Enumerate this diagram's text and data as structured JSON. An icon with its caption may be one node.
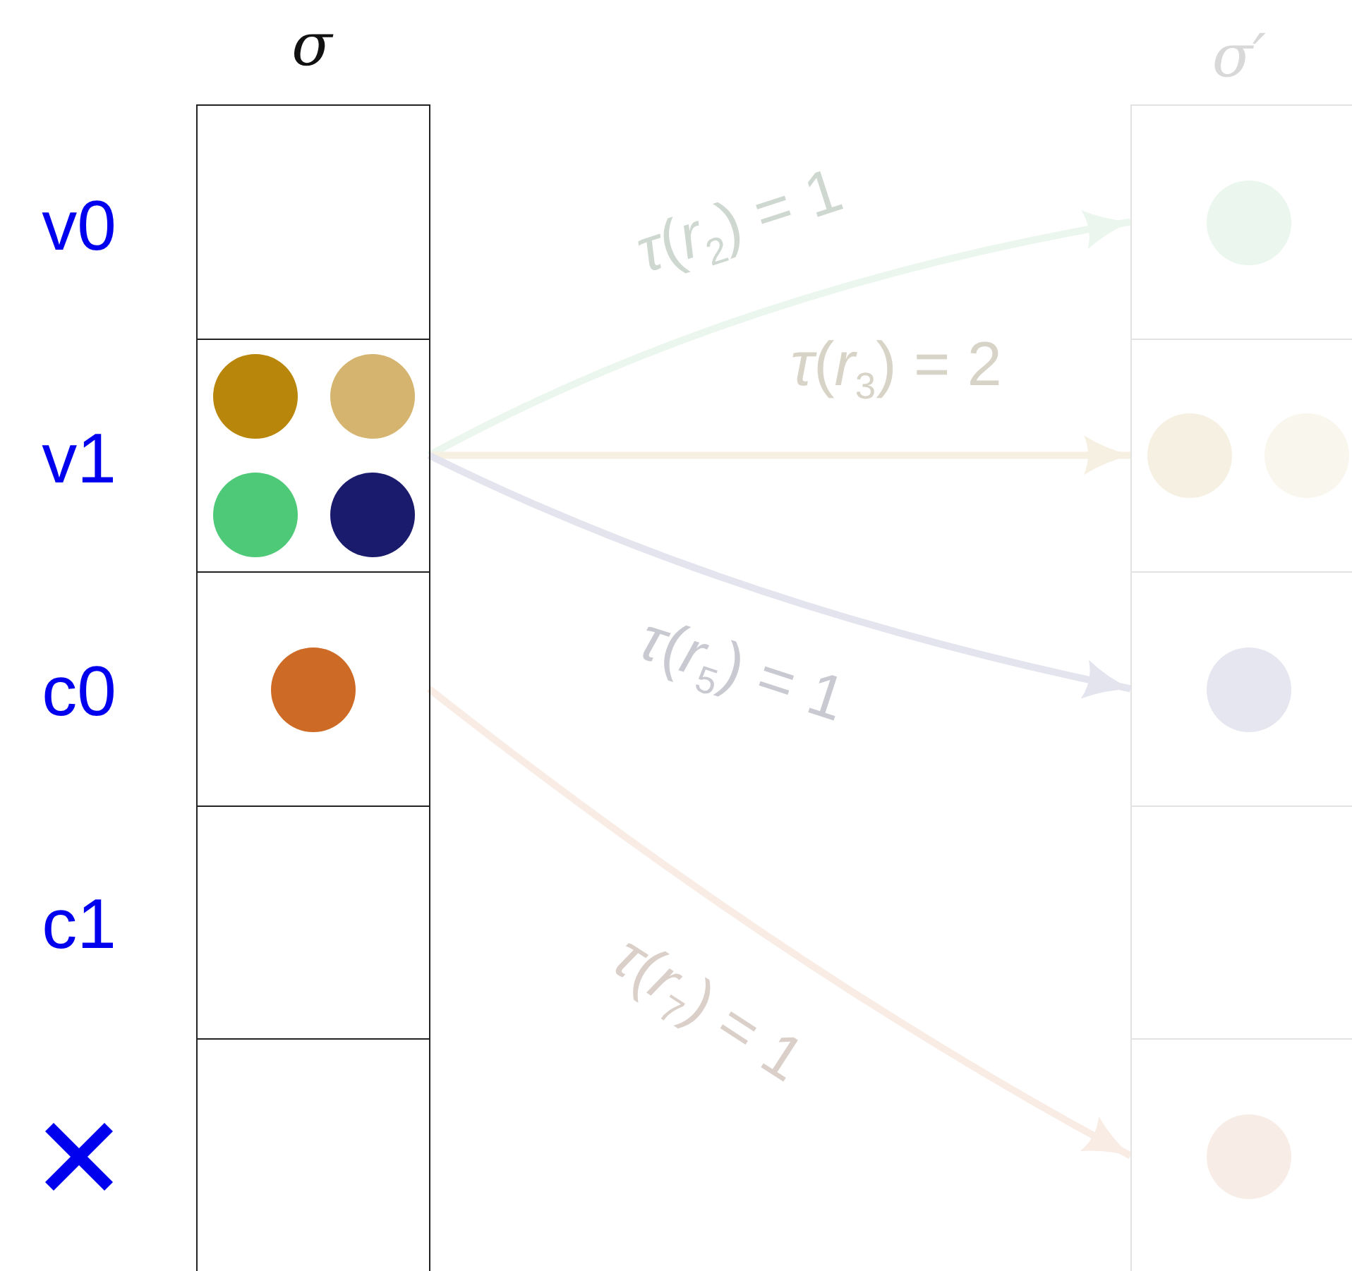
{
  "diagram": {
    "nodes": [
      {
        "text": [],
        "shape": "box"
      },
      {
        "text": [],
        "shape": "box"
      },
      {
        "text": [],
        "shape": "box"
      },
      {
        "text": [],
        "shape": "box"
      },
      {
        "text": [],
        "shape": "box"
      },
      {
        "text": [],
        "shape": "box"
      },
      {
        "text": [],
        "shape": "box"
      },
      {
        "text": [],
        "shape": "box"
      },
      {
        "text": [],
        "shape": "box"
      },
      {
        "text": [],
        "shape": "box"
      }
    ],
    "edges": [
      {
        "from": 1,
        "to": 5,
        "arrow": "to",
        "label": "*τ*(*r*$_{2}$) = 1",
        "color": "#eaf6ee"
      },
      {
        "from": 1,
        "to": 6,
        "arrow": "to",
        "label": "*τ*(*r*$_{3}$) = 2",
        "color": "#f6f0e2"
      },
      {
        "from": 1,
        "to": 7,
        "arrow": "to",
        "label": "*τ*(*r*$_{5}$) = 1",
        "color": "#e4e4ef"
      },
      {
        "from": 2,
        "to": 9,
        "arrow": "to",
        "label": "*τ*(*r*$_{7}$) = 1",
        "color": "#f8ece4"
      }
    ],
    "labels": [
      "σ",
      "σ′",
      "v0",
      "v1",
      "c0",
      "c1"
    ]
  }
}
